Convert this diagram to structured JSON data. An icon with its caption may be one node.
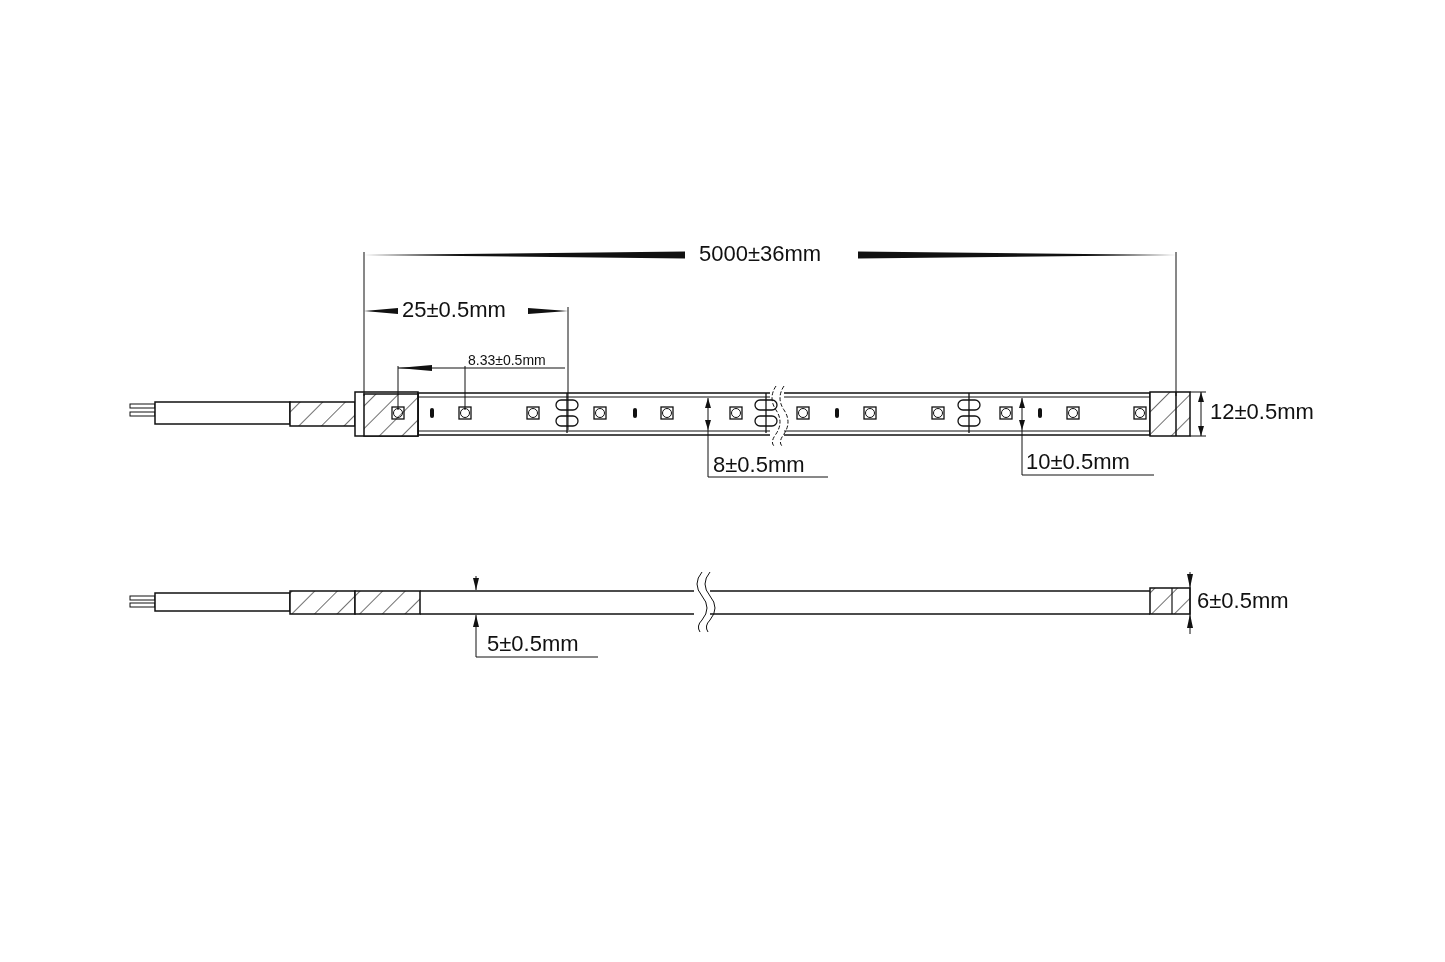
{
  "diagram": {
    "labels": [
      "5000±36mm",
      "25±0.5mm",
      "8.33±0.5mm",
      "12±0.5mm",
      "8±0.5mm",
      "10±0.5mm",
      "6±0.5mm",
      "5±0.5mm"
    ]
  }
}
